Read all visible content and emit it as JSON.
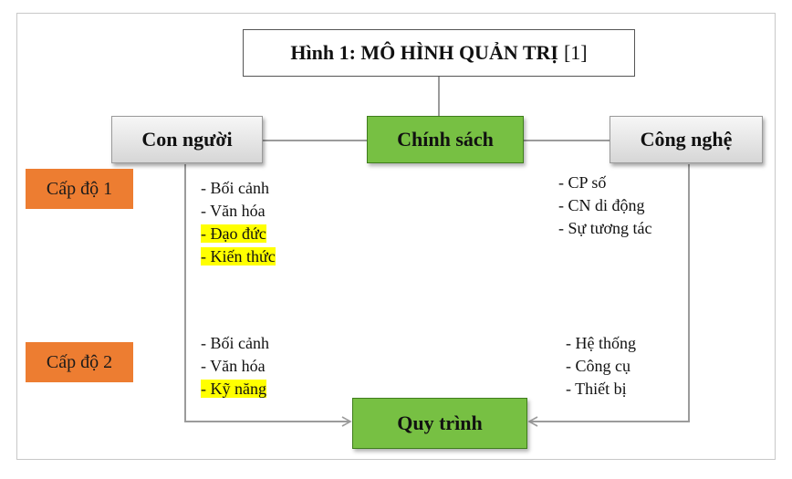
{
  "diagram": {
    "title": {
      "main": "Hình 1: MÔ HÌNH QUẢN TRỊ",
      "ref": "[1]"
    },
    "nodes": {
      "people": "Con người",
      "policy": "Chính sách",
      "technology": "Công nghệ",
      "process": "Quy trình"
    },
    "levels": [
      "Cấp độ 1",
      "Cấp độ 2"
    ],
    "people_level1": [
      {
        "text": "- Bối cảnh",
        "highlight": false
      },
      {
        "text": "- Văn hóa",
        "highlight": false
      },
      {
        "text": "- Đạo đức",
        "highlight": true
      },
      {
        "text": "- Kiến thức",
        "highlight": true
      }
    ],
    "people_level2": [
      {
        "text": "- Bối cảnh",
        "highlight": false
      },
      {
        "text": "- Văn hóa",
        "highlight": false
      },
      {
        "text": "- Kỹ năng",
        "highlight": true
      }
    ],
    "tech_level1": [
      "- CP số",
      "- CN di động",
      "- Sự tương tác"
    ],
    "tech_level2": [
      "- Hệ thống",
      "- Công cụ",
      "- Thiết bị"
    ],
    "colors": {
      "node_green": "#77c043",
      "level_orange": "#ed7d31",
      "highlight_yellow": "#ffff00",
      "connector_gray": "#9b9b9b"
    }
  }
}
